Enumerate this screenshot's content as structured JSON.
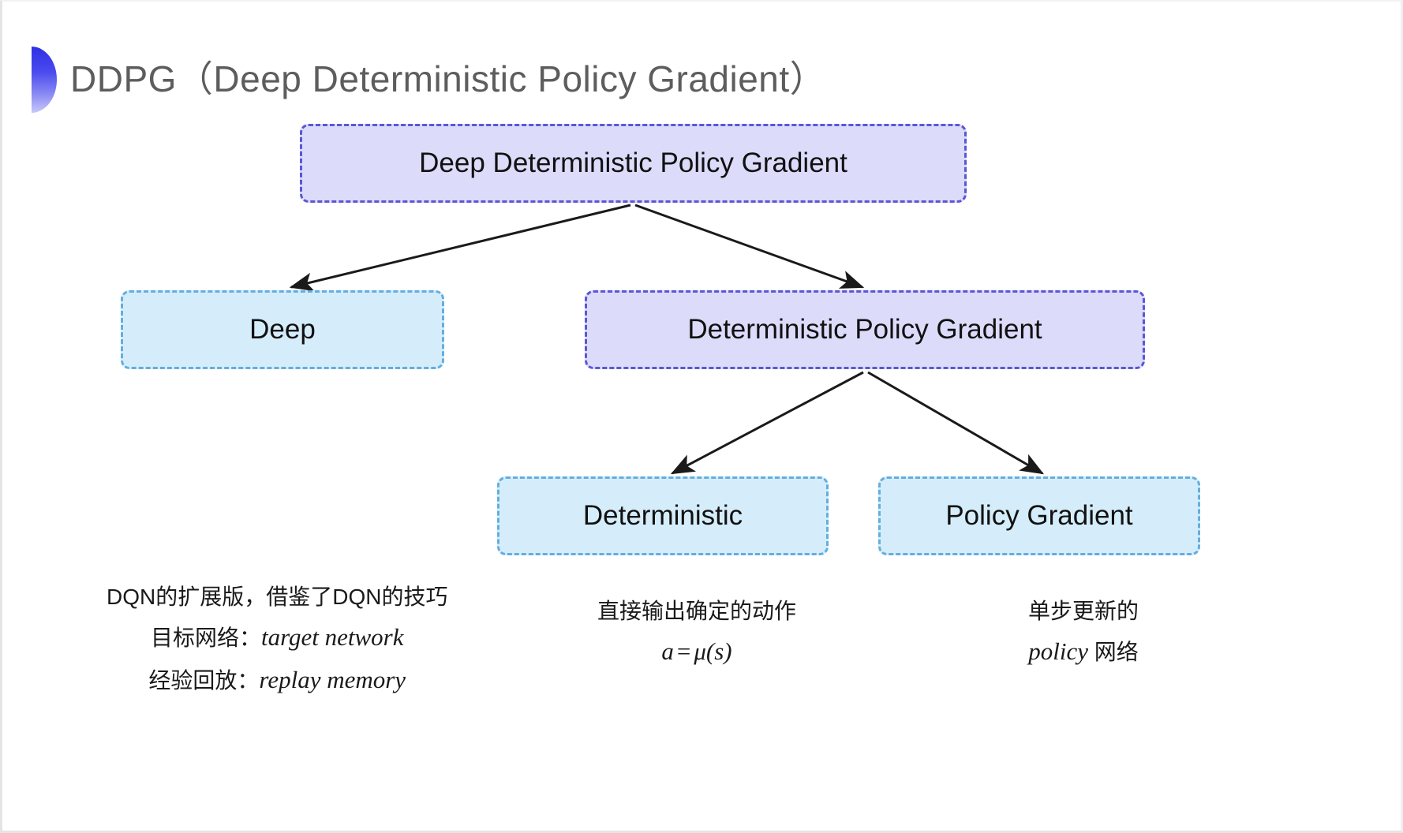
{
  "slide": {
    "title": "DDPG（Deep Deterministic Policy Gradient）",
    "bullet_icon": "half-circle-gradient-bullet",
    "background_color": "#ffffff",
    "title_color": "#5d5d5d"
  },
  "palette": {
    "purple_fill": "#dcdbfa",
    "purple_border": "#5a57d4",
    "blue_fill": "#d5edfa",
    "blue_border": "#63aede",
    "arrow_color": "#1a1a1a",
    "bullet_top": "#2f2fe6",
    "bullet_bottom": "#c8c8fa"
  },
  "diagram": {
    "nodes": [
      {
        "id": "root",
        "label": "Deep Deterministic Policy Gradient",
        "style": "purple",
        "level": 0
      },
      {
        "id": "deep",
        "label": "Deep",
        "style": "blue",
        "level": 1
      },
      {
        "id": "dpg",
        "label": "Deterministic Policy Gradient",
        "style": "purple",
        "level": 1
      },
      {
        "id": "deterministic",
        "label": "Deterministic",
        "style": "blue",
        "level": 2
      },
      {
        "id": "policy_gradient",
        "label": "Policy Gradient",
        "style": "blue",
        "level": 2
      }
    ],
    "edges": [
      {
        "from": "root",
        "to": "deep",
        "arrow": "down-left"
      },
      {
        "from": "root",
        "to": "dpg",
        "arrow": "down-right"
      },
      {
        "from": "dpg",
        "to": "deterministic",
        "arrow": "down-left"
      },
      {
        "from": "dpg",
        "to": "policy_gradient",
        "arrow": "down-right"
      }
    ]
  },
  "annotations": {
    "deep": {
      "line1": "DQN的扩展版，借鉴了DQN的技巧",
      "line2_label": "目标网络：",
      "line2_value": "target network",
      "line3_label": "经验回放：",
      "line3_value": "replay memory"
    },
    "deterministic": {
      "line1": "直接输出确定的动作",
      "formula_lhs": "a",
      "formula_op": "=",
      "formula_rhs": "μ(s)"
    },
    "policy_gradient": {
      "line1": "单步更新的",
      "line2_value": "policy",
      "line2_suffix": " 网络"
    }
  }
}
